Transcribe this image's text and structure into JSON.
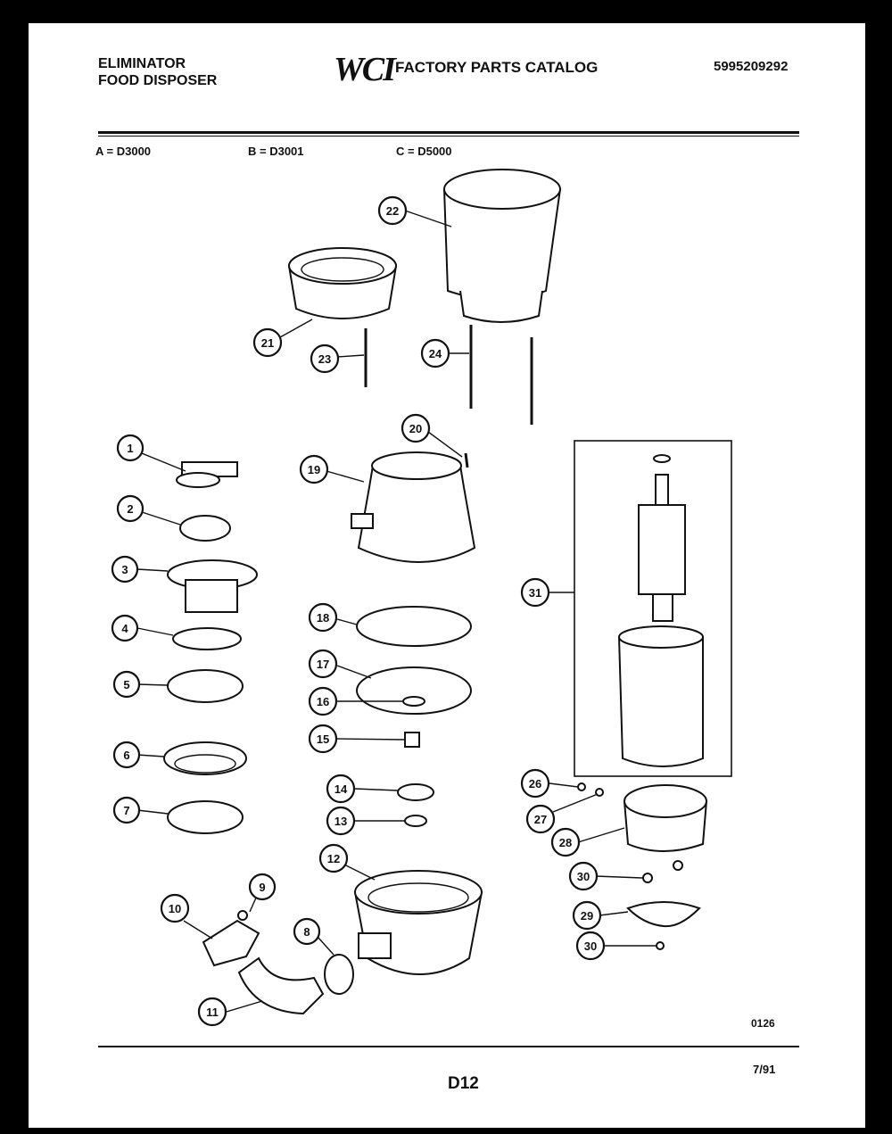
{
  "header": {
    "brand_line1": "ELIMINATOR",
    "brand_line2": "FOOD DISPOSER",
    "logo": "WCI",
    "catalog_title": "FACTORY PARTS CATALOG",
    "catalog_number": "5995209292"
  },
  "models": [
    {
      "key": "A",
      "text": "A = D3000"
    },
    {
      "key": "B",
      "text": "B = D3001"
    },
    {
      "key": "C",
      "text": "C = D5000"
    }
  ],
  "callouts": [
    "1",
    "2",
    "3",
    "4",
    "5",
    "6",
    "7",
    "8",
    "9",
    "10",
    "11",
    "12",
    "13",
    "14",
    "15",
    "16",
    "17",
    "18",
    "19",
    "20",
    "21",
    "22",
    "23",
    "24",
    "26",
    "27",
    "28",
    "29",
    "30",
    "30",
    "31"
  ],
  "footer": {
    "drawing_code": "0126",
    "page_code": "D12",
    "date": "7/91"
  },
  "colors": {
    "ink": "#111111",
    "paper": "#ffffff",
    "frame": "#000000"
  }
}
